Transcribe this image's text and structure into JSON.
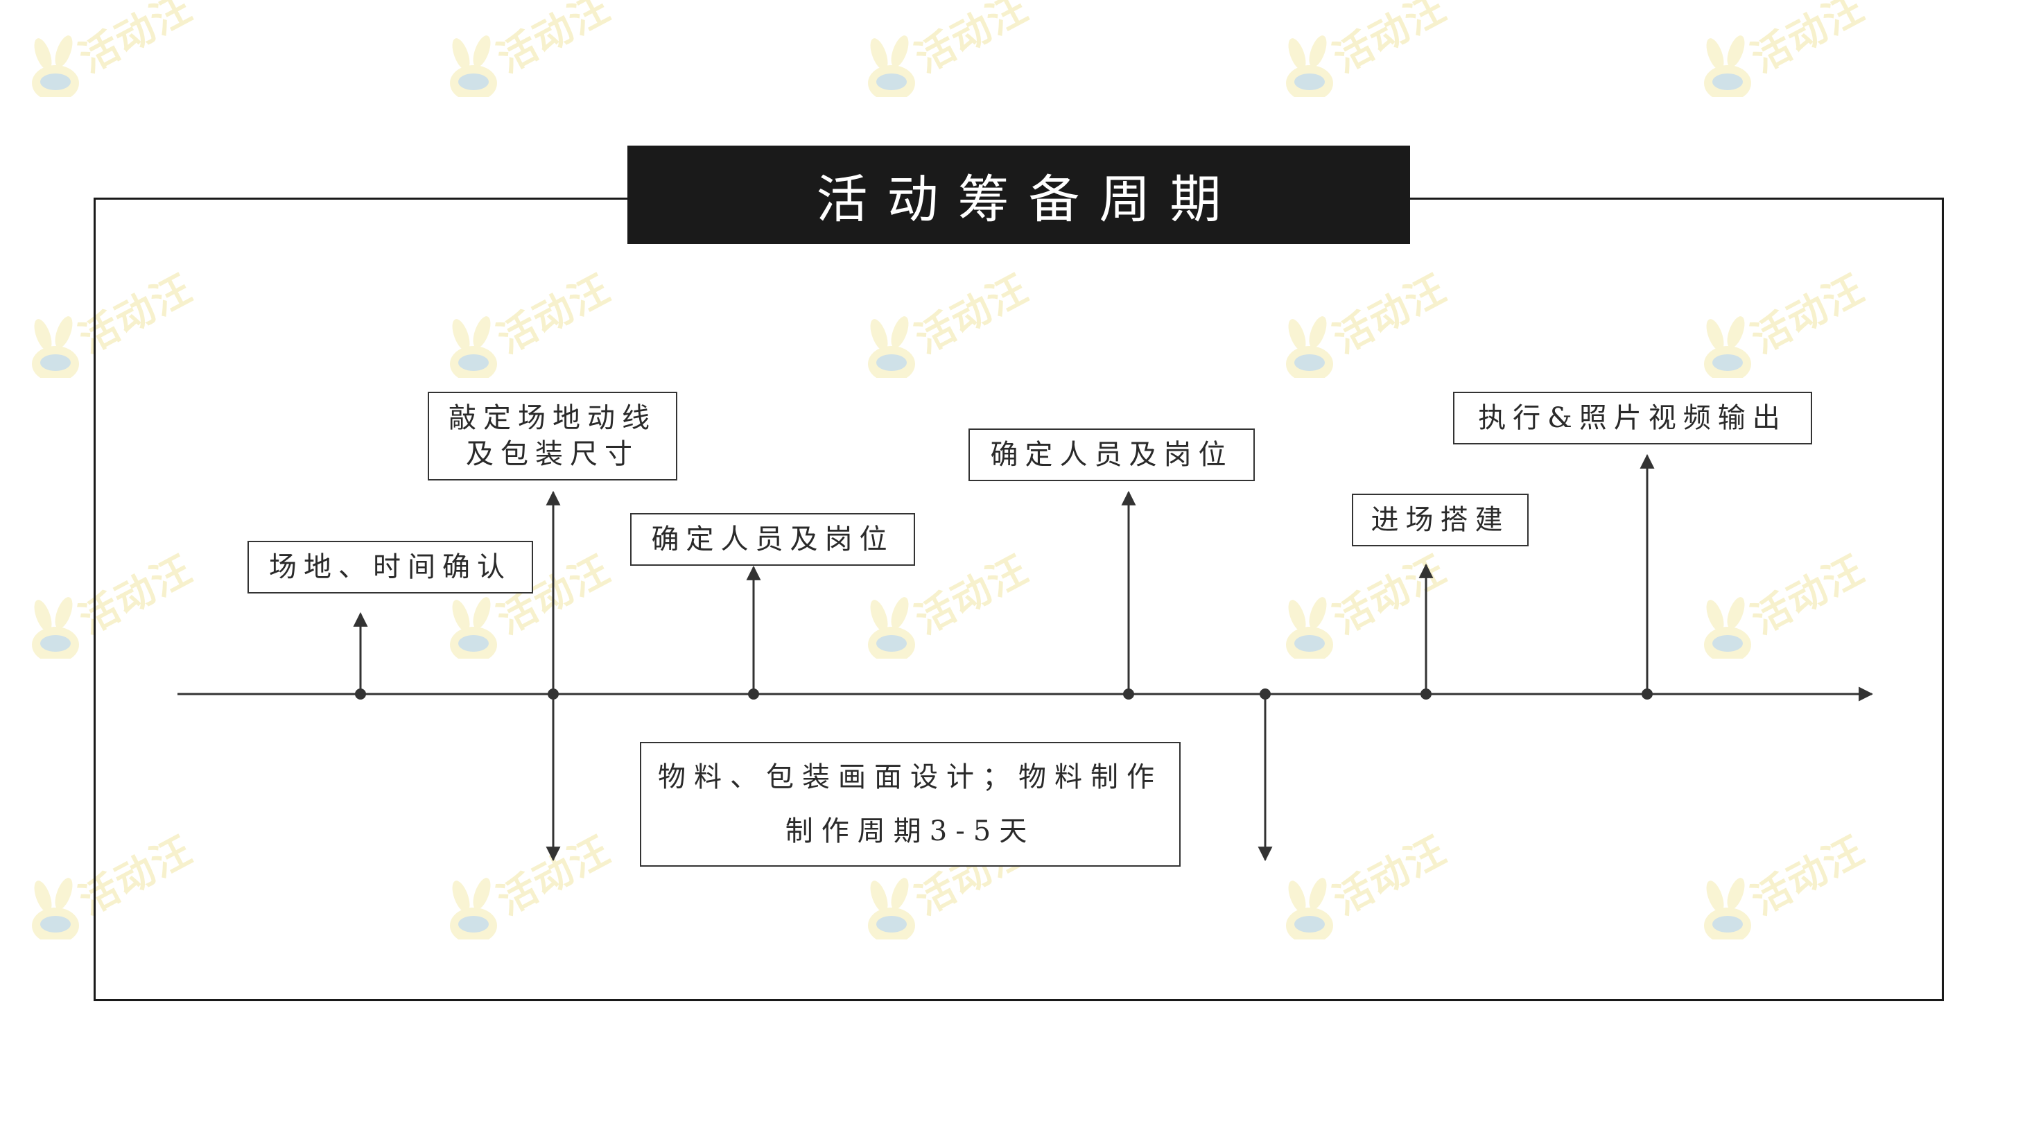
{
  "title": "活动筹备周期",
  "watermark": {
    "text": "活动汪",
    "color": "#f2e7a6"
  },
  "colors": {
    "line": "#333333",
    "title_bg": "#1a1a1a",
    "title_fg": "#ffffff"
  },
  "milestones": [
    {
      "id": "venue-time",
      "lines": [
        "场地、时间确认"
      ]
    },
    {
      "id": "venue-route",
      "lines": [
        "敲定场地动线",
        "及包装尺寸"
      ]
    },
    {
      "id": "staff-1",
      "lines": [
        "确定人员及岗位"
      ]
    },
    {
      "id": "design",
      "lines": [
        "物料、包装画面设计；物料制作",
        "制作周期3-5天"
      ]
    },
    {
      "id": "staff-2",
      "lines": [
        "确定人员及岗位"
      ]
    },
    {
      "id": "setup",
      "lines": [
        "进场搭建"
      ]
    },
    {
      "id": "execution",
      "lines": [
        "执行&照片视频输出"
      ]
    }
  ]
}
